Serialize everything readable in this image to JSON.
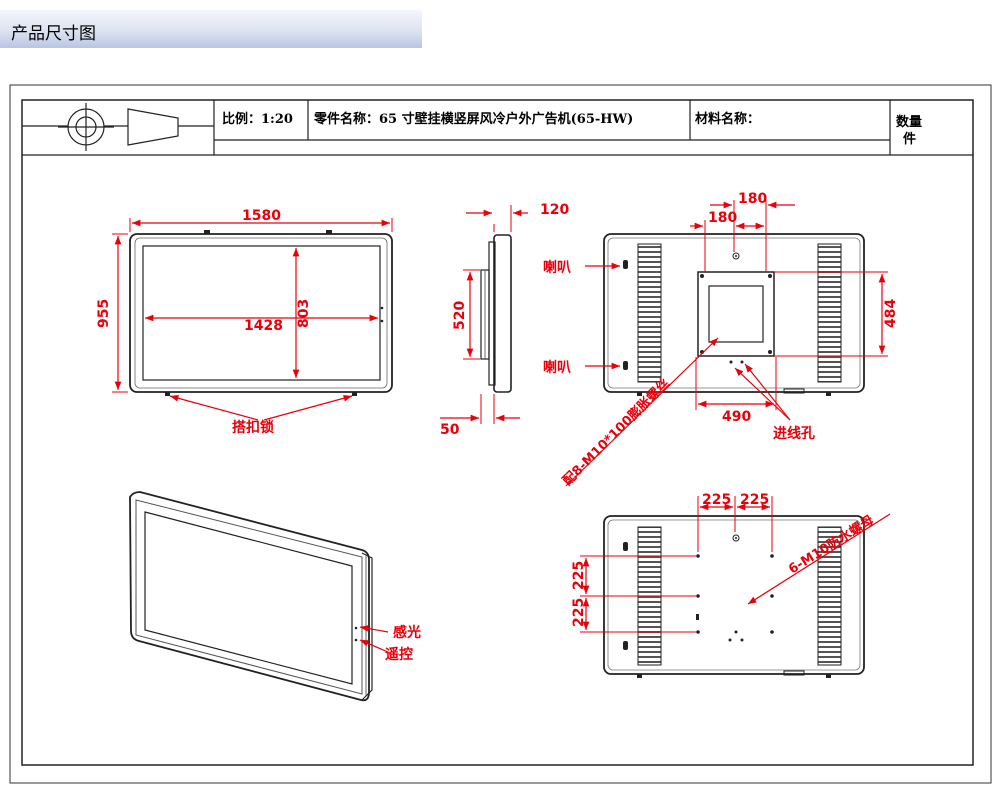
{
  "header": {
    "title": "产品尺寸图"
  },
  "title_block": {
    "scale": "比例：1:20",
    "part_name": "零件名称：65 寸壁挂横竖屏风冷户外广告机(65-HW)",
    "material": "材料名称：",
    "quantity_line1": "数量",
    "quantity_line2": "件"
  },
  "front_view": {
    "width": "1580",
    "height": "955",
    "inner_width": "1428",
    "inner_height": "803",
    "latch_label": "搭扣锁"
  },
  "side_view": {
    "depth": "120",
    "bracket_height": "520",
    "bracket_depth": "50"
  },
  "back_view": {
    "top_dim_outer": "180",
    "top_dim_inner": "180",
    "right_dim": "484",
    "bottom_dim": "490",
    "speaker_label_top": "喇叭",
    "speaker_label_bottom": "喇叭",
    "cable_label": "进线孔",
    "vesa_label": "配8-M10*100膨胀螺丝"
  },
  "back_view_2": {
    "top_dim_left": "225",
    "top_dim_right": "225",
    "left_dim_top": "225",
    "left_dim_bottom": "225",
    "nut_label": "6-M10防水螺母"
  },
  "perspective_view": {
    "light_sensor_label": "感光",
    "remote_label": "遥控"
  }
}
